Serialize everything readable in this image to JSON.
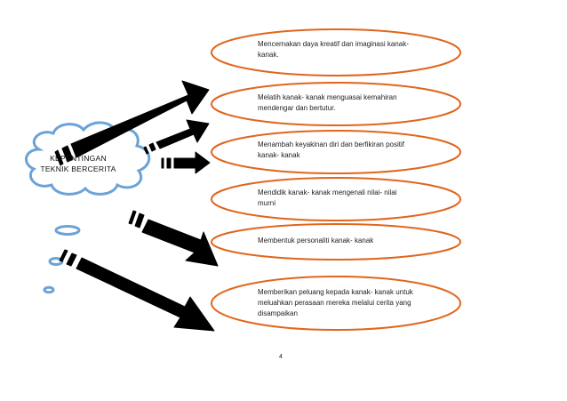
{
  "cloud": {
    "title": "KEPENTINGAN\nTEKNIK BERCERITA",
    "fill": "#ffffff",
    "stroke": "#6aa3d8"
  },
  "ellipse_style": {
    "stroke": "#e0661c",
    "fill": "#ffffff"
  },
  "arrow_style": {
    "fill": "#000000",
    "stroke": "#000000"
  },
  "items": [
    {
      "text": "Mencernakan daya kreatif dan imaginasi kanak-\nkanak."
    },
    {
      "text": "Melatih kanak- kanak menguasai kemahiran\nmendengar dan bertutur."
    },
    {
      "text": "Menambah keyakinan diri dan berfikiran positif\nkanak- kanak"
    },
    {
      "text": "Mendidik kanak- kanak mengenali nilai- nilai\nmurni"
    },
    {
      "text": "Membentuk personaliti kanak- kanak"
    },
    {
      "text": "Memberikan peluang kepada kanak- kanak untuk\nmeluahkan perasaan mereka melalui cerita yang\ndisampaikan"
    }
  ],
  "page_number": "4"
}
